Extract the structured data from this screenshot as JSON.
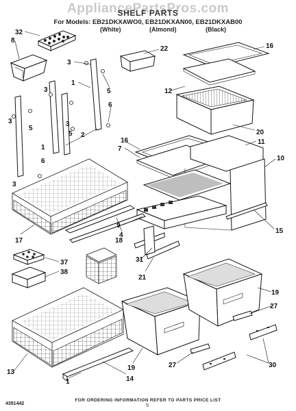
{
  "header": {
    "watermark": "AppliancePartsPros.com",
    "title": "SHELF PARTS",
    "models_line": "For Models: EB21DKXAWO0, EB21DKXAN00, EB21DKXAB00",
    "variants": [
      "(White)",
      "(Almond)",
      "(Black)"
    ]
  },
  "callouts": [
    "32",
    "8",
    "22",
    "16",
    "3",
    "1",
    "5",
    "3",
    "6",
    "3",
    "5",
    "3",
    "5",
    "12",
    "20",
    "1",
    "2",
    "16",
    "7",
    "11",
    "6",
    "3",
    "10",
    "17",
    "4",
    "9",
    "18",
    "15",
    "31",
    "21",
    "37",
    "38",
    "19",
    "27",
    "13",
    "1",
    "19",
    "27",
    "14",
    "30"
  ],
  "footer": {
    "text": "FOR ORDERING INFORMATION REFER TO PARTS PRICE LIST",
    "doc_number": "4391442",
    "page": "5"
  }
}
